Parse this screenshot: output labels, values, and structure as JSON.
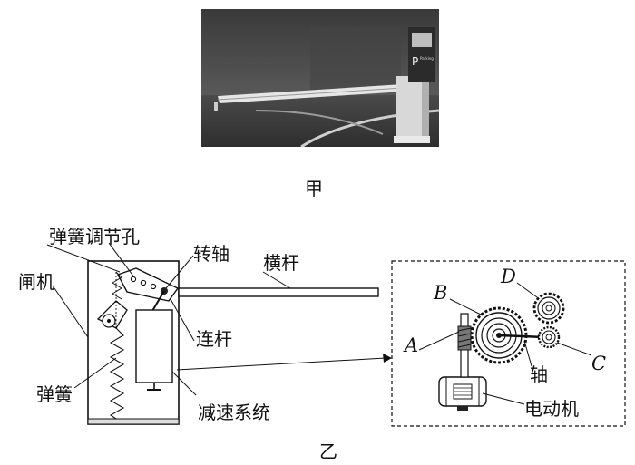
{
  "photo": {
    "sign_letter": "P",
    "sign_text": "Parking"
  },
  "captions": {
    "figure_a": "甲",
    "figure_b": "乙"
  },
  "labels": {
    "spring_adjust_hole": "弹簧调节孔",
    "rotating_shaft": "转轴",
    "crossbar": "横杆",
    "gate": "闸机",
    "connecting_rod": "连杆",
    "spring": "弹簧",
    "reduction_system": "减速系统",
    "axle": "轴",
    "motor": "电动机",
    "point_a": "A",
    "point_b": "B",
    "point_c": "C",
    "point_d": "D"
  }
}
